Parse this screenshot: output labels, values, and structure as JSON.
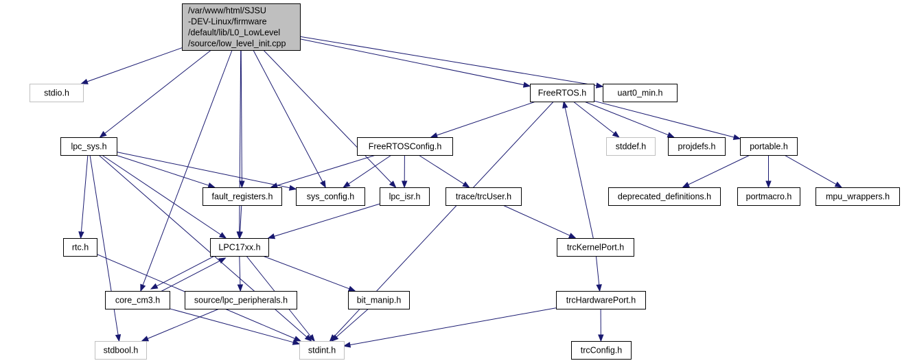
{
  "graph": {
    "root": "/var/www/html/SJSU-DEV-Linux/firmware/default/lib/L0_LowLevel/source/low_level_init.cpp",
    "nodes": [
      {
        "id": "root",
        "lines": [
          "/var/www/html/SJSU",
          "-DEV-Linux/firmware",
          "/default/lib/L0_LowLevel",
          "/source/low_level_init.cpp"
        ],
        "root": true
      },
      {
        "id": "stdio",
        "lines": [
          "stdio.h"
        ],
        "external": true
      },
      {
        "id": "lpc_sys",
        "lines": [
          "lpc_sys.h"
        ]
      },
      {
        "id": "freertos",
        "lines": [
          "FreeRTOS.h"
        ]
      },
      {
        "id": "uart0_min",
        "lines": [
          "uart0_min.h"
        ]
      },
      {
        "id": "freertosconfig",
        "lines": [
          "FreeRTOSConfig.h"
        ]
      },
      {
        "id": "stddef",
        "lines": [
          "stddef.h"
        ],
        "external": true
      },
      {
        "id": "projdefs",
        "lines": [
          "projdefs.h"
        ]
      },
      {
        "id": "portable",
        "lines": [
          "portable.h"
        ]
      },
      {
        "id": "fault_registers",
        "lines": [
          "fault_registers.h"
        ]
      },
      {
        "id": "sys_config",
        "lines": [
          "sys_config.h"
        ]
      },
      {
        "id": "lpc_isr",
        "lines": [
          "lpc_isr.h"
        ]
      },
      {
        "id": "trcuser",
        "lines": [
          "trace/trcUser.h"
        ]
      },
      {
        "id": "deprecated",
        "lines": [
          "deprecated_definitions.h"
        ]
      },
      {
        "id": "portmacro",
        "lines": [
          "portmacro.h"
        ]
      },
      {
        "id": "mpu_wrappers",
        "lines": [
          "mpu_wrappers.h"
        ]
      },
      {
        "id": "rtc",
        "lines": [
          "rtc.h"
        ]
      },
      {
        "id": "lpc17xx",
        "lines": [
          "LPC17xx.h"
        ]
      },
      {
        "id": "trckernelport",
        "lines": [
          "trcKernelPort.h"
        ]
      },
      {
        "id": "core_cm3",
        "lines": [
          "core_cm3.h"
        ]
      },
      {
        "id": "lpc_peripherals",
        "lines": [
          "source/lpc_peripherals.h"
        ]
      },
      {
        "id": "bit_manip",
        "lines": [
          "bit_manip.h"
        ]
      },
      {
        "id": "trchardwareport",
        "lines": [
          "trcHardwarePort.h"
        ]
      },
      {
        "id": "stdbool",
        "lines": [
          "stdbool.h"
        ],
        "external": true
      },
      {
        "id": "stdint",
        "lines": [
          "stdint.h"
        ],
        "external": true
      },
      {
        "id": "trcconfig",
        "lines": [
          "trcConfig.h"
        ]
      }
    ],
    "edges": [
      [
        "root",
        "stdio"
      ],
      [
        "root",
        "lpc_sys"
      ],
      [
        "root",
        "core_cm3"
      ],
      [
        "root",
        "lpc17xx"
      ],
      [
        "root",
        "fault_registers"
      ],
      [
        "root",
        "sys_config"
      ],
      [
        "root",
        "lpc_isr"
      ],
      [
        "root",
        "freertos"
      ],
      [
        "root",
        "uart0_min"
      ],
      [
        "lpc_sys",
        "stdbool"
      ],
      [
        "lpc_sys",
        "stdint"
      ],
      [
        "lpc_sys",
        "rtc"
      ],
      [
        "lpc_sys",
        "lpc17xx"
      ],
      [
        "lpc_sys",
        "fault_registers"
      ],
      [
        "lpc_sys",
        "sys_config"
      ],
      [
        "freertos",
        "stdint"
      ],
      [
        "freertos",
        "freertosconfig"
      ],
      [
        "freertos",
        "stddef"
      ],
      [
        "freertos",
        "projdefs"
      ],
      [
        "freertos",
        "portable"
      ],
      [
        "freertosconfig",
        "fault_registers"
      ],
      [
        "freertosconfig",
        "sys_config"
      ],
      [
        "freertosconfig",
        "lpc_isr"
      ],
      [
        "freertosconfig",
        "trcuser"
      ],
      [
        "portable",
        "deprecated"
      ],
      [
        "portable",
        "portmacro"
      ],
      [
        "portable",
        "mpu_wrappers"
      ],
      [
        "fault_registers",
        "lpc17xx"
      ],
      [
        "lpc_isr",
        "lpc17xx"
      ],
      [
        "trcuser",
        "trckernelport"
      ],
      [
        "trckernelport",
        "freertos"
      ],
      [
        "trckernelport",
        "trchardwareport"
      ],
      [
        "rtc",
        "stdint"
      ],
      [
        "lpc17xx",
        "core_cm3"
      ],
      [
        "core_cm3",
        "lpc17xx"
      ],
      [
        "lpc17xx",
        "lpc_peripherals"
      ],
      [
        "lpc17xx",
        "bit_manip"
      ],
      [
        "lpc17xx",
        "stdint"
      ],
      [
        "core_cm3",
        "stdint"
      ],
      [
        "lpc_peripherals",
        "stdbool"
      ],
      [
        "bit_manip",
        "stdint"
      ],
      [
        "trchardwareport",
        "stdint"
      ],
      [
        "trchardwareport",
        "trcconfig"
      ]
    ]
  }
}
